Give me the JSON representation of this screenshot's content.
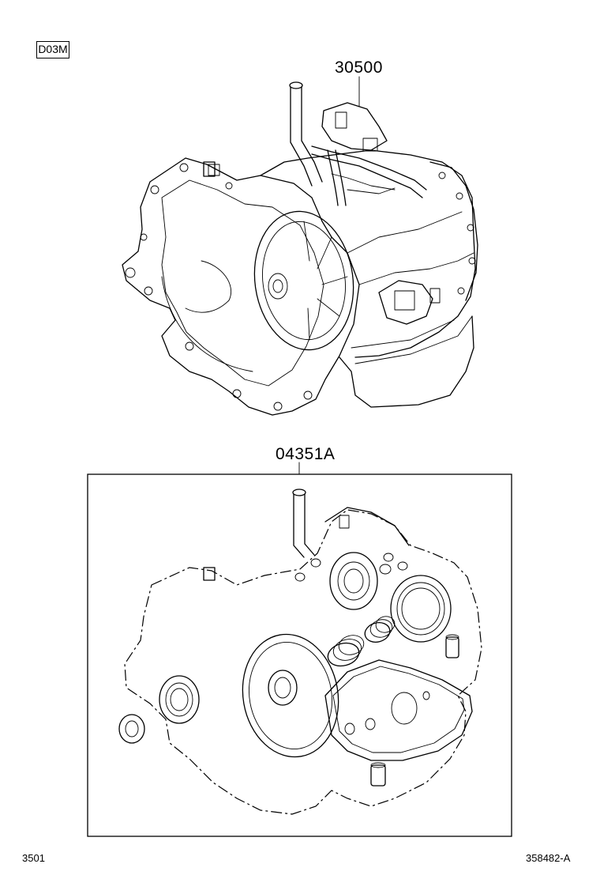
{
  "diagram": {
    "section_code": "D03M",
    "parts": [
      {
        "part_number": "30500"
      },
      {
        "part_number": "04351A"
      }
    ],
    "footer_left": "3501",
    "footer_right": "358482-A"
  }
}
